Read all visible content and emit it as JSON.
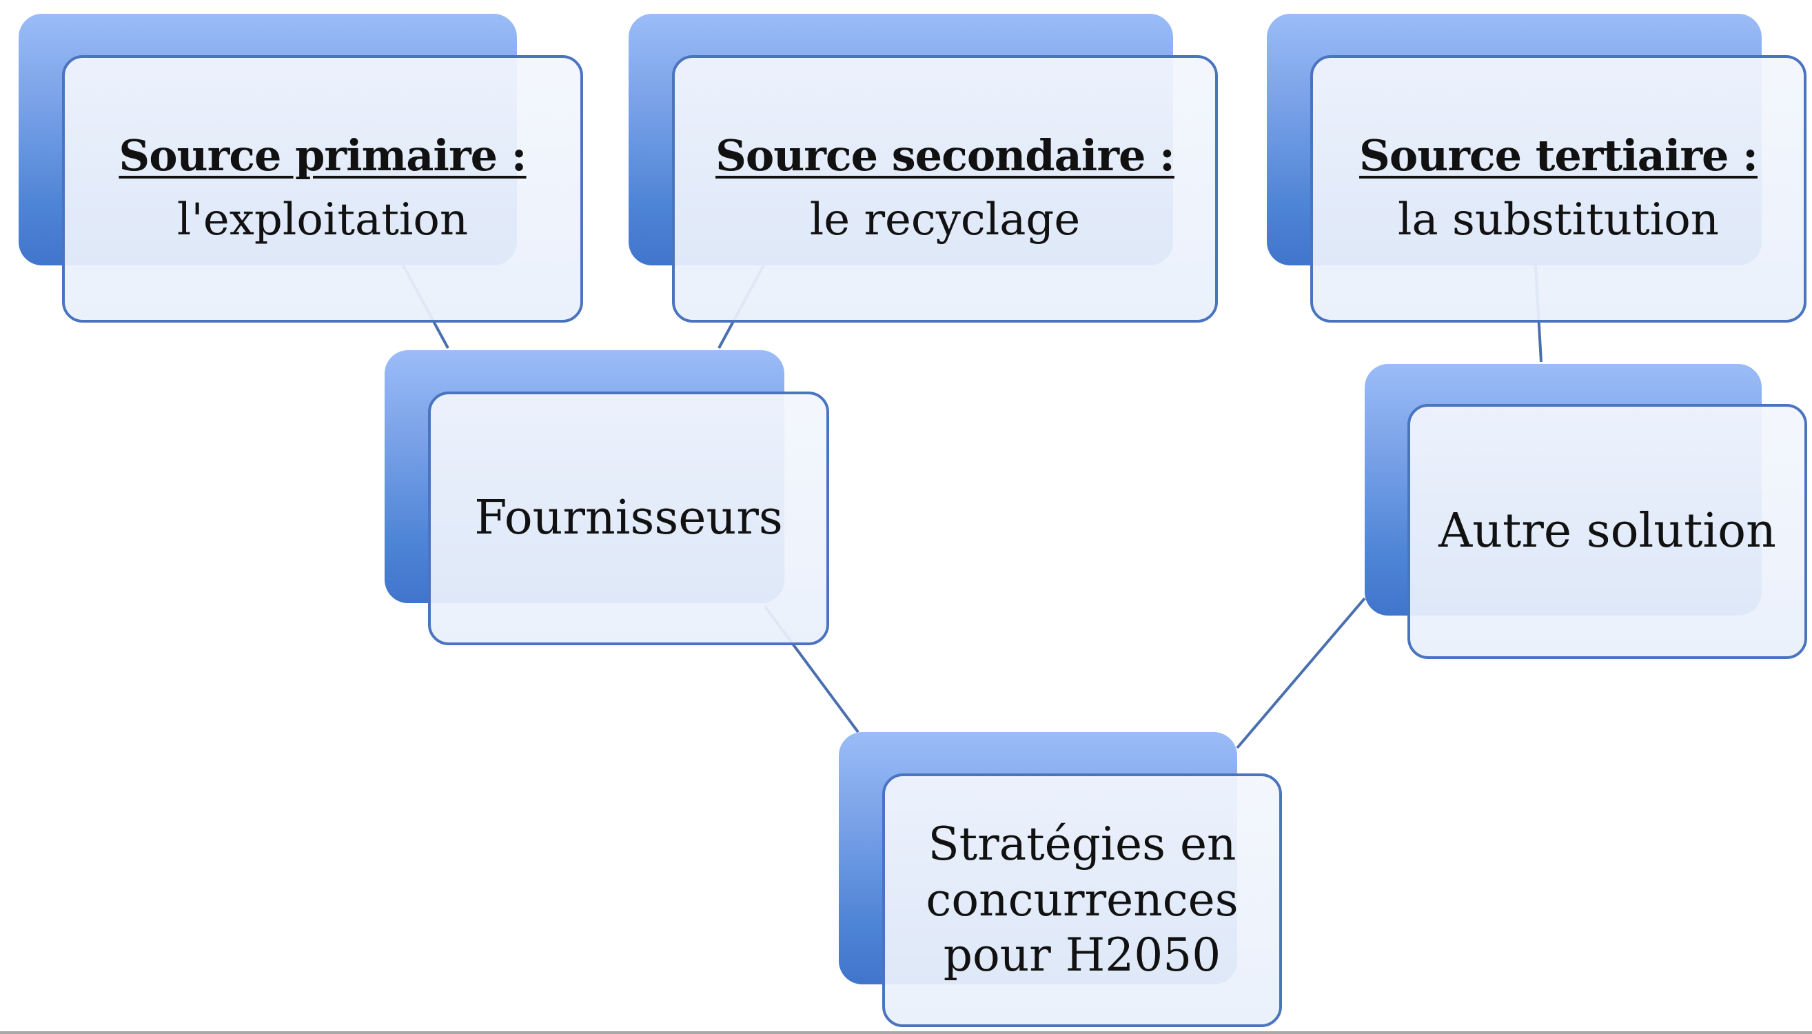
{
  "nodes": {
    "primary": {
      "heading": "Source primaire :",
      "text": "l'exploitation"
    },
    "secondary": {
      "heading": "Source secondaire :",
      "text": "le recyclage"
    },
    "tertiary": {
      "heading": "Source tertiaire :",
      "text": "la substitution"
    },
    "suppliers": {
      "text": "Fournisseurs"
    },
    "other": {
      "text": "Autre solution"
    },
    "root": {
      "lines": [
        "Stratégies en",
        "concurrences",
        "pour H2050"
      ]
    }
  },
  "colors": {
    "box_border": "#4a74c0",
    "gradient_top": "#9bbcf7",
    "gradient_bottom": "#4075cc",
    "connector": "#4a6fae"
  }
}
